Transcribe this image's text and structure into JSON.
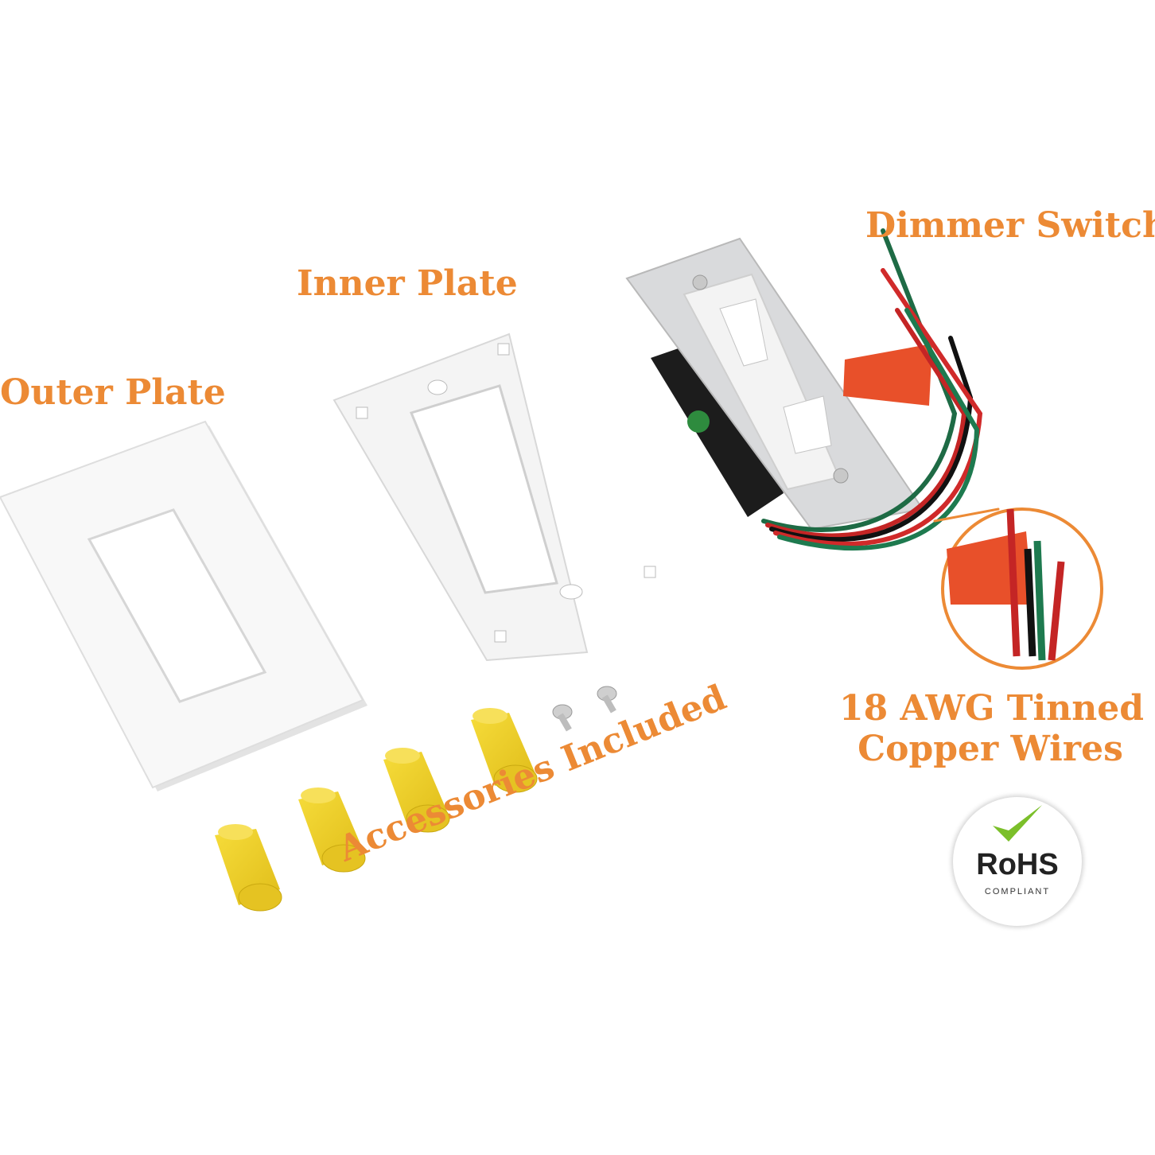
{
  "labels": {
    "outer_plate": "Outer Plate",
    "inner_plate": "Inner Plate",
    "dimmer_switch": "Dimmer Switch",
    "wires_line1": "18 AWG Tinned",
    "wires_line2": "Copper Wires",
    "accessories": "Accessories Included"
  },
  "badge": {
    "title": "RoHS",
    "subtitle": "COMPLIANT"
  },
  "colors": {
    "label_orange": "#ec8a35",
    "plate_white": "#f7f7f7",
    "wire_nut_yellow": "#f2d22a",
    "check_green": "#7bbf2a"
  }
}
